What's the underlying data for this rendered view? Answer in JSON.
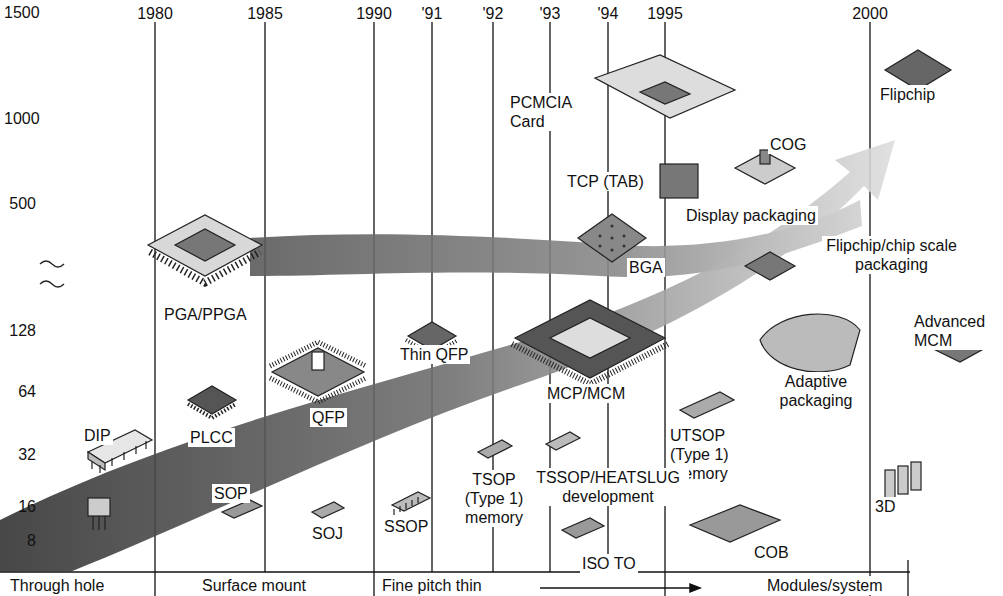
{
  "diagram": {
    "labels": [
      "1980",
      "1985",
      "1990",
      "'91",
      "'92",
      "'93",
      "'94",
      "1995",
      "2000",
      "1500",
      "1000",
      "500",
      "128",
      "64",
      "32",
      "16",
      "8",
      "PCMCIA Card",
      "Flipchip",
      "COG",
      "TCP (TAB)",
      "Display packaging",
      "BGA",
      "Flipchip/chip scale packaging",
      "PGA/PPGA",
      "Advanced MCM",
      "Thin QFP",
      "Adaptive packaging",
      "MCP/MCM",
      "QFP",
      "DIP",
      "PLCC",
      "UTSOP (Type 1) memory",
      "TSOP (Type 1) memory",
      "TSSOP/HEATSLUG development",
      "SOP",
      "3D",
      "SSOP",
      "SOJ",
      "COB",
      "ISO TO",
      "Through hole",
      "Surface mount",
      "Fine pitch thin",
      "Modules/system"
    ]
  }
}
